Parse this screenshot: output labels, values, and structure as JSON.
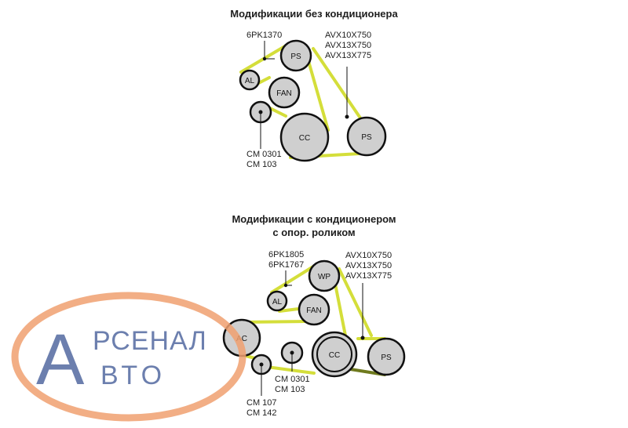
{
  "section1": {
    "title": "Модификации без кондиционера",
    "belt_codes": [
      "6PK1370"
    ],
    "part_codes": [
      "AVX10X750",
      "AVX13X750",
      "AVX13X775"
    ],
    "tensioner_codes": [
      "CM 0301",
      "CM 103"
    ],
    "pulleys": [
      "PS",
      "AL",
      "FAN",
      "CC",
      "PS"
    ]
  },
  "section2": {
    "title_line1": "Модификации с кондиционером",
    "title_line2": "с опор. роликом",
    "belt_codes": [
      "6PK1805",
      "6PK1767"
    ],
    "part_codes": [
      "AVX10X750",
      "AVX13X750",
      "AVX13X775"
    ],
    "tensioner_codes": [
      "CM 0301",
      "CM 103"
    ],
    "idler_codes": [
      "CM 107",
      "CM 142"
    ],
    "pulleys": [
      "WP",
      "AL",
      "FAN",
      "AC",
      "CC",
      "PS"
    ]
  },
  "watermark": {
    "big_letter": "А",
    "line1": "РСЕНАЛ",
    "line2": "ВТО",
    "color_orange": "#f0a070",
    "color_blue": "#6c7fae"
  },
  "colors": {
    "belt": "#d4de3a",
    "belt_dark": "#6f7a1e",
    "pulley_fill": "#cfcfcf",
    "pulley_stroke": "#111111"
  }
}
